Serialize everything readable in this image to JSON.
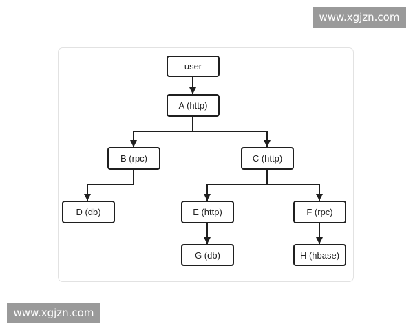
{
  "watermark": {
    "top_text": "www.xgjzn.com",
    "bottom_text": "www.xgjzn.com"
  },
  "diagram": {
    "nodes": {
      "user": "user",
      "a": "A (http)",
      "b": "B (rpc)",
      "c": "C (http)",
      "d": "D (db)",
      "e": "E (http)",
      "f": "F (rpc)",
      "g": "G (db)",
      "h": "H (hbase)"
    },
    "edges": [
      [
        "user",
        "a"
      ],
      [
        "a",
        "b"
      ],
      [
        "a",
        "c"
      ],
      [
        "b",
        "d"
      ],
      [
        "c",
        "e"
      ],
      [
        "c",
        "f"
      ],
      [
        "e",
        "g"
      ],
      [
        "f",
        "h"
      ]
    ],
    "colors": {
      "stroke": "#1f1f1f",
      "node_fill": "#ffffff",
      "card_border": "#e2e2e2",
      "watermark_bg": "#9a9a9a"
    }
  }
}
